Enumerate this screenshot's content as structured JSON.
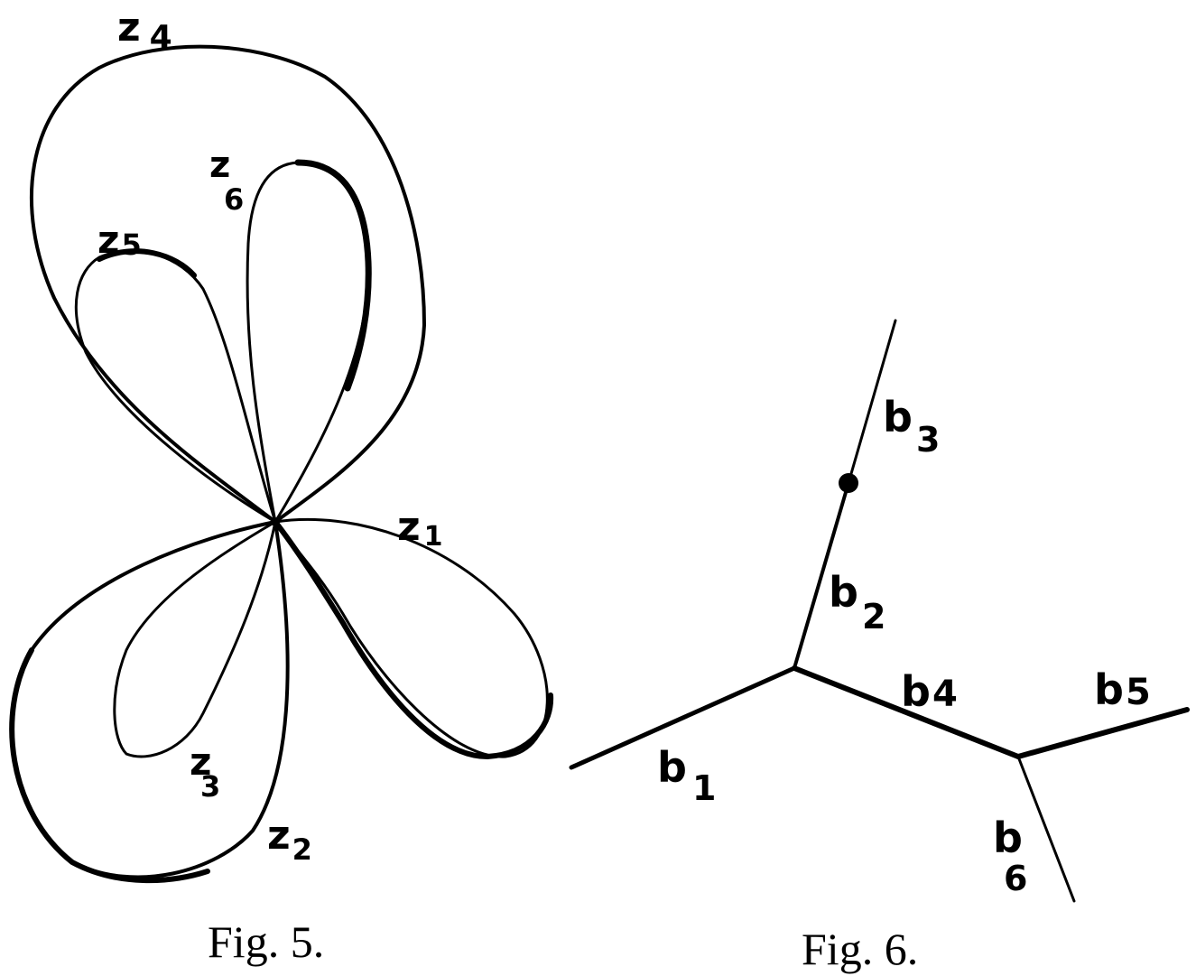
{
  "fig5": {
    "caption": "Fig. 5.",
    "labels": {
      "z1": {
        "base": "z",
        "sub": "1"
      },
      "z2": {
        "base": "z",
        "sub": "2"
      },
      "z3": {
        "base": "z",
        "sub": "3"
      },
      "z4": {
        "base": "z",
        "sub": "4"
      },
      "z5": {
        "base": "z",
        "sub": "5"
      },
      "z6": {
        "base": "z",
        "sub": "6"
      }
    }
  },
  "fig6": {
    "caption": "Fig. 6.",
    "labels": {
      "b1": {
        "base": "b",
        "sub": "1"
      },
      "b2": {
        "base": "b",
        "sub": "2"
      },
      "b3": {
        "base": "b",
        "sub": "3"
      },
      "b4": {
        "base": "b",
        "sub": "4"
      },
      "b5": {
        "base": "b",
        "sub": "5"
      },
      "b6": {
        "base": "b",
        "sub": "6"
      }
    }
  }
}
